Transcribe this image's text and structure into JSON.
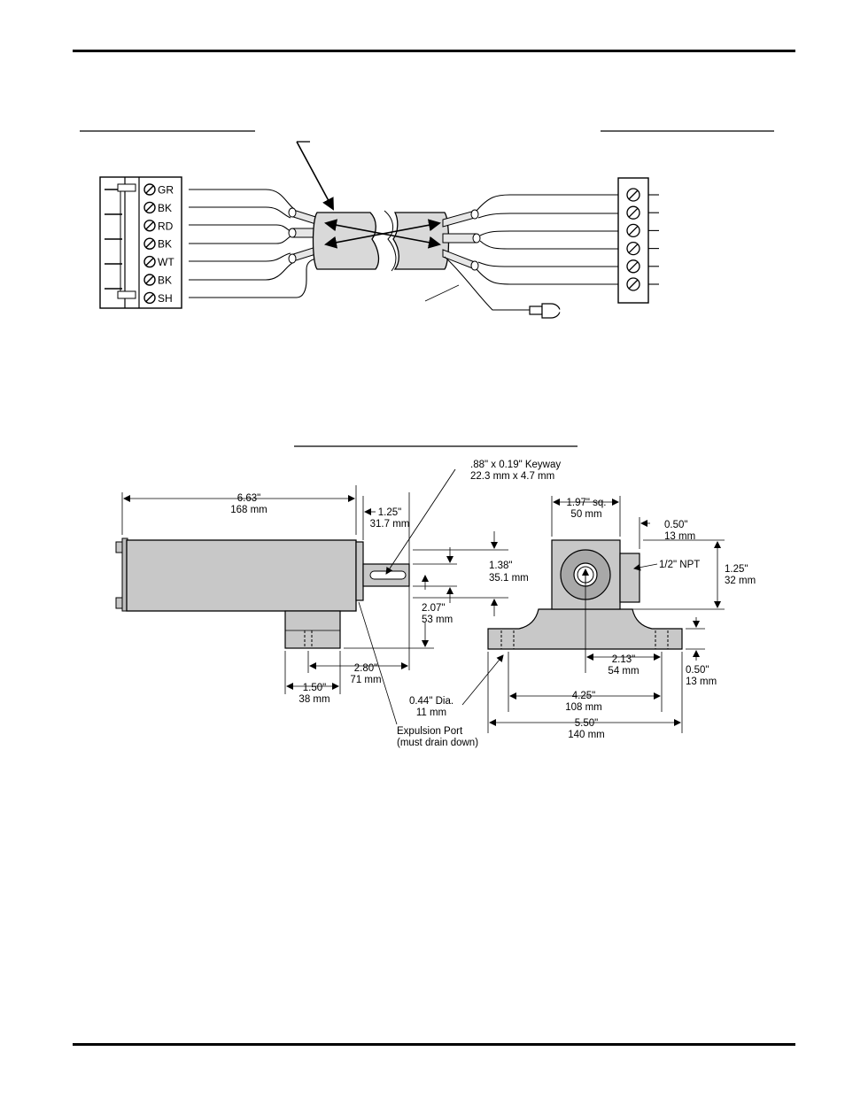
{
  "wiring": {
    "terminals": [
      "GR",
      "BK",
      "RD",
      "BK",
      "WT",
      "BK",
      "SH"
    ]
  },
  "dimensions": {
    "keyway": [
      ".88\" x 0.19\" Keyway",
      "22.3 mm x 4.7 mm"
    ],
    "length": [
      "6.63\"",
      "168 mm"
    ],
    "shaft_length": [
      "1.25\"",
      "31.7 mm"
    ],
    "shaft_height": [
      "1.38\"",
      "35.1 mm"
    ],
    "axis_height": [
      "2.07\"",
      "53 mm"
    ],
    "axis_to_base": [
      "2.80\"",
      "71 mm"
    ],
    "base_width_side": [
      "1.50\"",
      "38 mm"
    ],
    "hole_dia": [
      "0.44\" Dia.",
      "11 mm"
    ],
    "expulsion_port": [
      "Expulsion Port",
      "(must drain down)"
    ],
    "body_square": [
      "1.97\" sq.",
      "50 mm"
    ],
    "npt_offset": [
      "0.50\"",
      "13 mm"
    ],
    "npt_label": "1/2\" NPT",
    "npt_height": [
      "1.25\"",
      "32 mm"
    ],
    "center_to_hole": [
      "2.13\"",
      "54 mm"
    ],
    "base_thickness": [
      "0.50\"",
      "13 mm"
    ],
    "hole_spacing": [
      "4.25\"",
      "108 mm"
    ],
    "base_length": [
      "5.50\"",
      "140 mm"
    ]
  },
  "colors": {
    "body_gray": "#c8c8c8",
    "cable_gray": "#d4d4d4",
    "rule": "#000000"
  }
}
